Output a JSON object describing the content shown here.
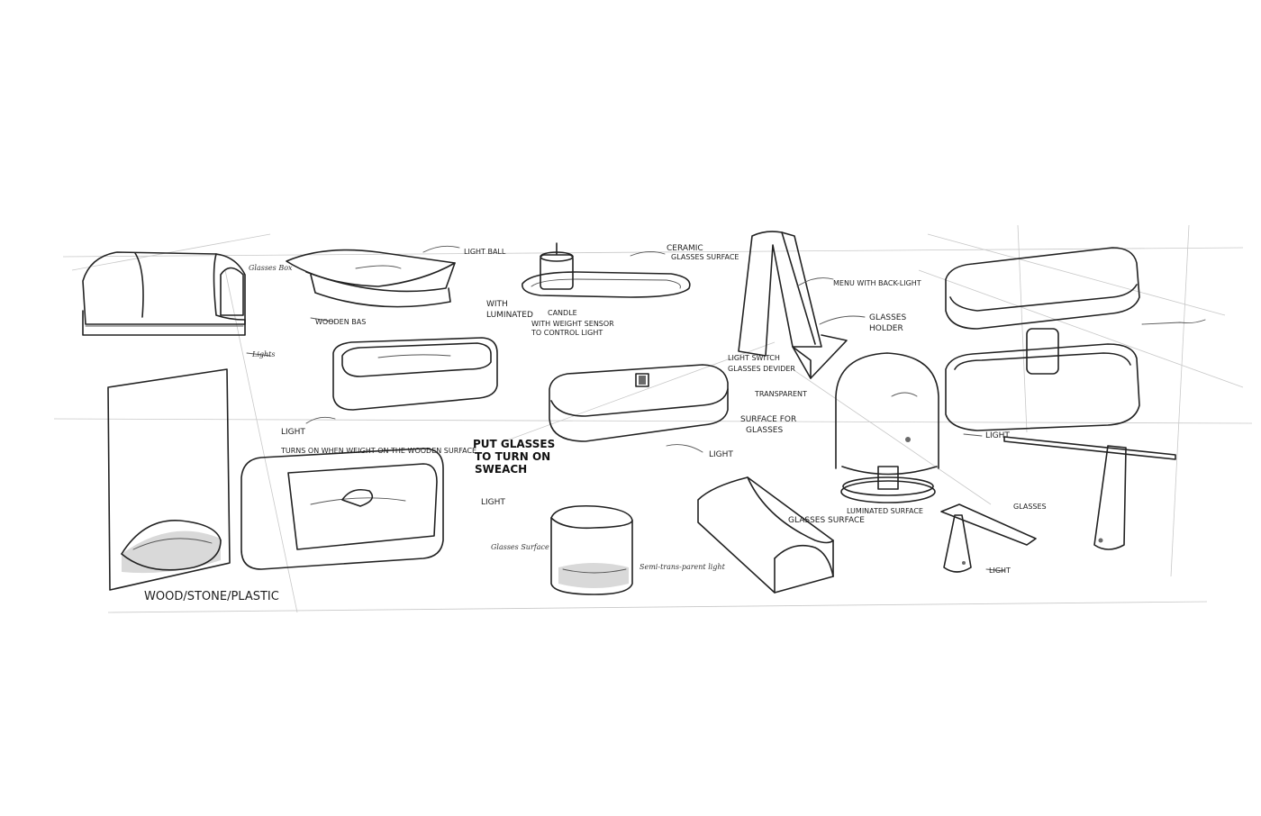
{
  "labels": {
    "glasses_box": "Glasses Box",
    "lights": "Lights",
    "light_ball": "LIGHT BALL",
    "wooden_bas": "WOODEN BAS",
    "ceramic": "CERAMIC",
    "glasses_surface_top": "GLASSES SURFACE",
    "with": "WITH",
    "luminated": "LUMINATED",
    "candle": "CANDLE",
    "weight_sensor_1": "WITH WEIGHT SENSOR",
    "weight_sensor_2": "TO CONTROL LIGHT",
    "menu_backlight": "MENU WITH BACK-LIGHT",
    "glasses_holder_1": "GLASSES",
    "glasses_holder_2": "HOLDER",
    "light_switch": "LIGHT SWITCH",
    "glasses_devider": "GLASSES DEVIDER",
    "transparent": "TRANSPARENT",
    "surface_for": "SURFACE FOR",
    "glasses_word": "GLASSES",
    "light_1": "LIGHT",
    "turns_on": "TURNS ON WHEN WEIGHT ON THE WOODEN SURFACE",
    "put_glasses_1": "PUT GLASSES",
    "put_glasses_2": "TO TURN ON",
    "put_glasses_3": "SWEACH",
    "light_2": "LIGHT",
    "light_3": "LIGHT",
    "light_4": "LIGHT",
    "glasses_surface_bottom": "GLASSES SURFACE",
    "luminated_surface": "LUMINATED SURFACE",
    "glasses_small": "GLASSES",
    "light_5": "LIGHT",
    "glasses_surface_hand": "Glasses Surface",
    "semi_trans": "Semi-trans-parent light",
    "materials": "WOOD/STONE/PLASTIC"
  }
}
